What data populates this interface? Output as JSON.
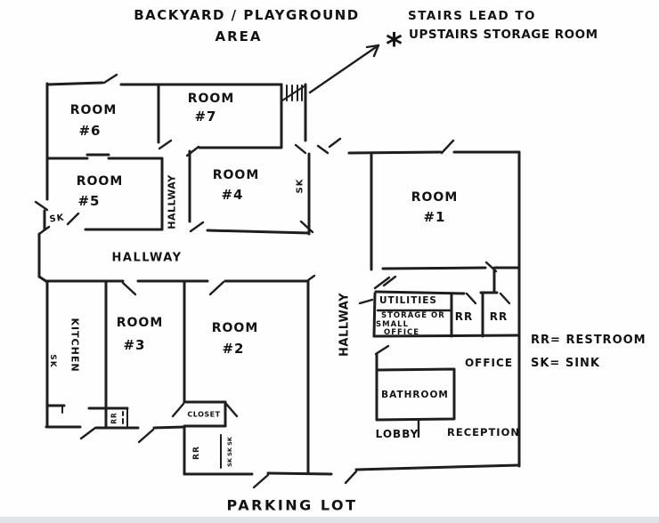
{
  "exterior": {
    "backyard_line1": "BACKYARD / PLAYGROUND",
    "backyard_line2": "AREA",
    "parking_lot": "PARKING LOT"
  },
  "stairs_note": {
    "asterisk": "*",
    "line1": "STAIRS LEAD TO",
    "line2": "UPSTAIRS STORAGE ROOM"
  },
  "rooms": {
    "room1": {
      "name": "ROOM",
      "num": "#1"
    },
    "room2": {
      "name": "ROOM",
      "num": "#2"
    },
    "room3": {
      "name": "ROOM",
      "num": "#3"
    },
    "room4": {
      "name": "ROOM",
      "num": "#4"
    },
    "room5": {
      "name": "ROOM",
      "num": "#5"
    },
    "room6": {
      "name": "ROOM",
      "num": "#6"
    },
    "room7": {
      "name": "ROOM",
      "num": "#7"
    }
  },
  "areas": {
    "hallway_upper_vertical": "HALLWAY",
    "hallway_horizontal": "HALLWAY",
    "hallway_lower_vertical": "HALLWAY",
    "kitchen": "KITCHEN",
    "closet": "CLOSET",
    "office": "OFFICE",
    "bathroom": "BATHROOM",
    "lobby": "LOBBY",
    "reception": "RECEPTION"
  },
  "utilities_room": {
    "line1": "UTILITIES",
    "line2": "STORAGE OR",
    "line3": "SMALL",
    "line4": "OFFICE"
  },
  "restrooms": {
    "rr1": "RR",
    "rr2": "RR"
  },
  "fixtures": {
    "sink_room5": "SK",
    "sink_kitchen": "SK",
    "sink_room4": "SK",
    "rr_small_room3": "RR",
    "rr_hall": "RR",
    "sinks_triple": "SK SK SK"
  },
  "legend": {
    "restroom": "RR= RESTROOM",
    "sink": "SK= SINK"
  }
}
